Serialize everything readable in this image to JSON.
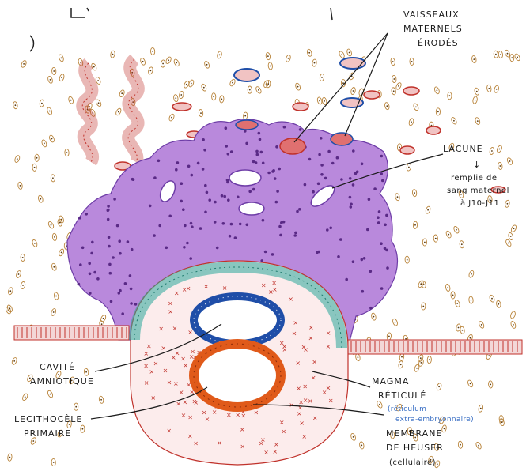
{
  "labels": {
    "vaisseaux": [
      "VAISSEAUX",
      "MATERNELS",
      "ÉRODÉS"
    ],
    "lacune": "LACUNE",
    "lacune_arrow": "↓",
    "lacune_note": [
      "remplie de",
      "sang maternel",
      "à J10-J11"
    ],
    "cavite": [
      "CAVITÉ",
      "AMNIOTIQUE"
    ],
    "lecithocele": [
      "LECITHOCÈLE",
      "PRIMAIRE"
    ],
    "magma": [
      "MAGMA",
      "RÉTICULÉ"
    ],
    "magma_note": [
      "(réticulum",
      "extra-embryonnaire)"
    ],
    "membrane": [
      "MEMBRANE",
      "DE HEUSER",
      "(cellulaire)"
    ]
  },
  "colors": {
    "syncytio": "#b989dc",
    "syncytio_dots": "#5a2a86",
    "cyto": "#2aa79a",
    "amnion": "#1f4ea8",
    "heuser": "#e05a1a",
    "magma": "#c0322b",
    "endometre": "#b9843a",
    "vessel": "#c0322b"
  }
}
